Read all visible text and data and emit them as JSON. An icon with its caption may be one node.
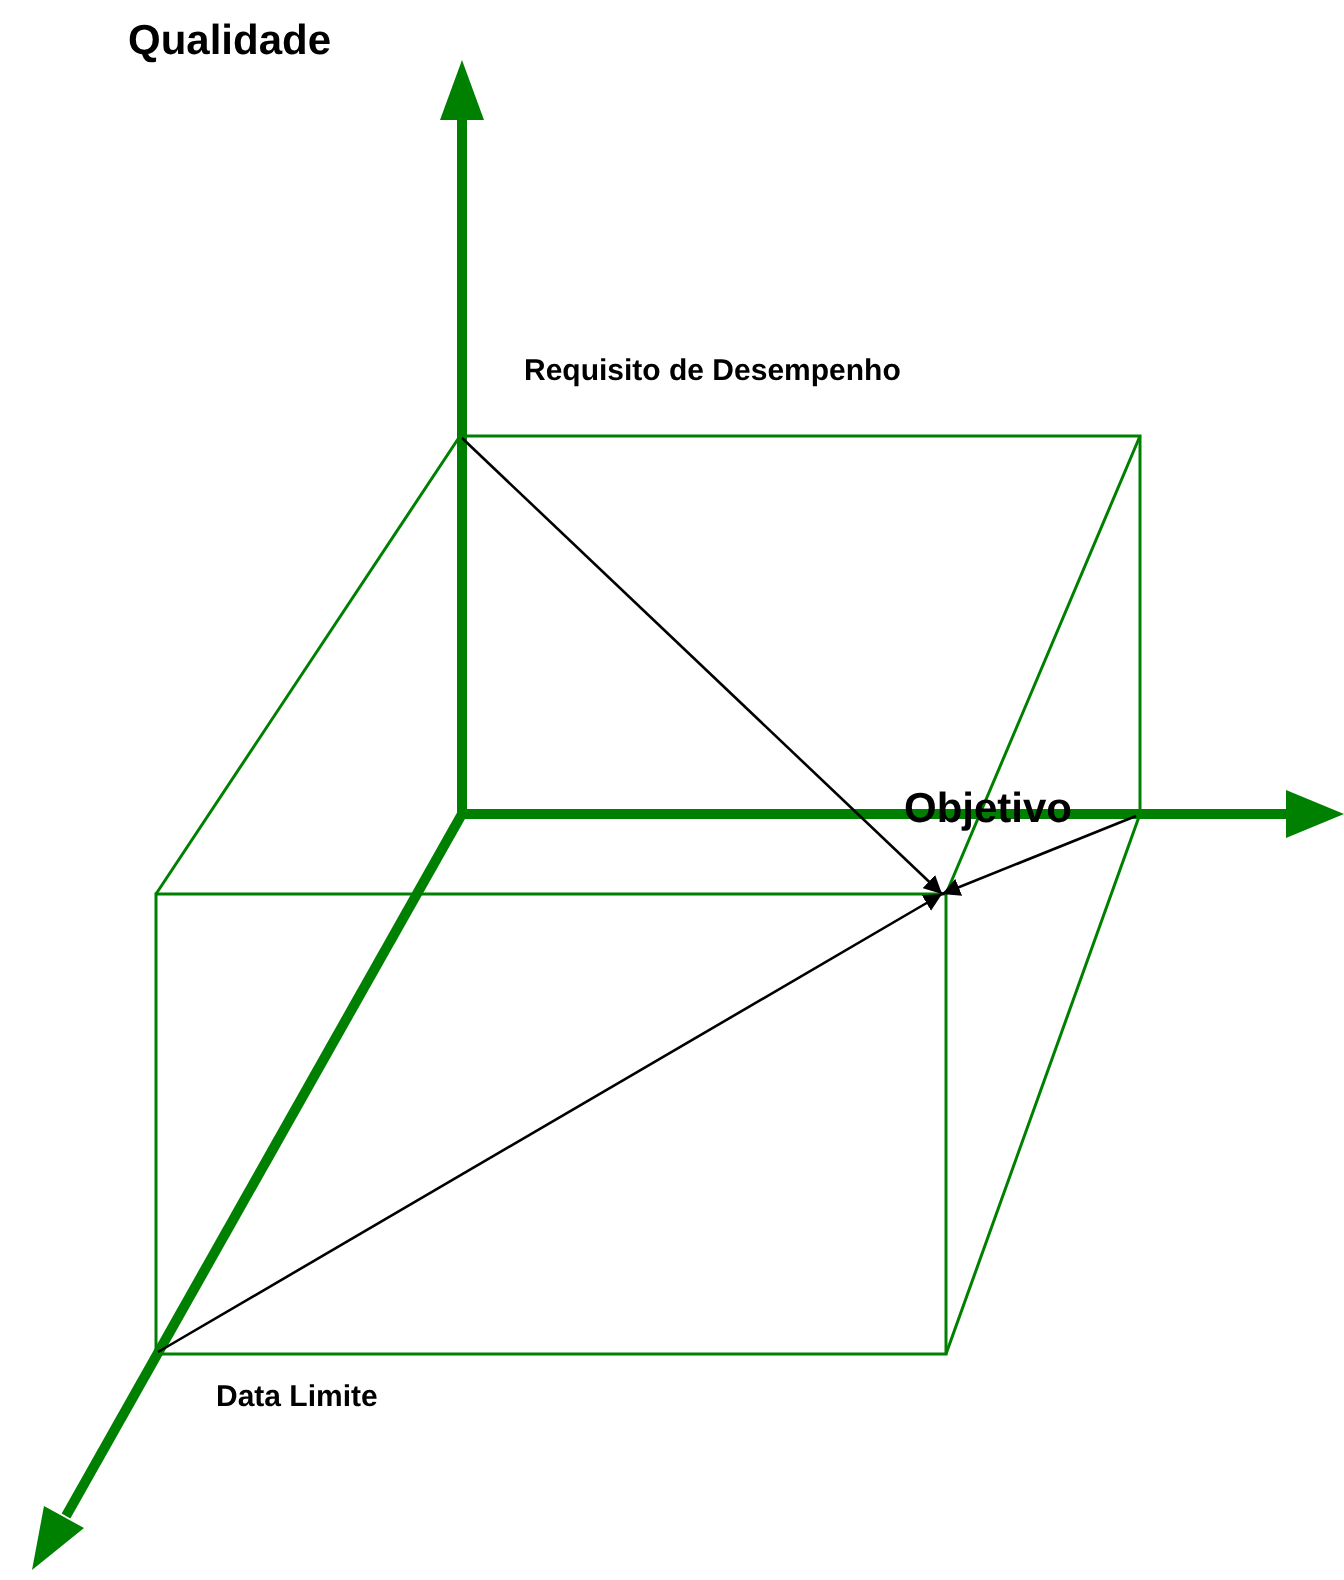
{
  "diagram": {
    "nodes": [
      {
        "text": [
          "Requisito de Desempenho"
        ]
      },
      {
        "text": [
          "Objetivo"
        ]
      },
      {
        "text": [
          "Data Limite"
        ]
      }
    ],
    "edges": [
      {
        "from": 0,
        "to": 1,
        "arrow": "to"
      },
      {
        "from": null,
        "to": 1,
        "arrow": "to"
      },
      {
        "from": 2,
        "to": 1,
        "arrow": "to"
      }
    ],
    "labels": [
      "Qualidade"
    ]
  }
}
